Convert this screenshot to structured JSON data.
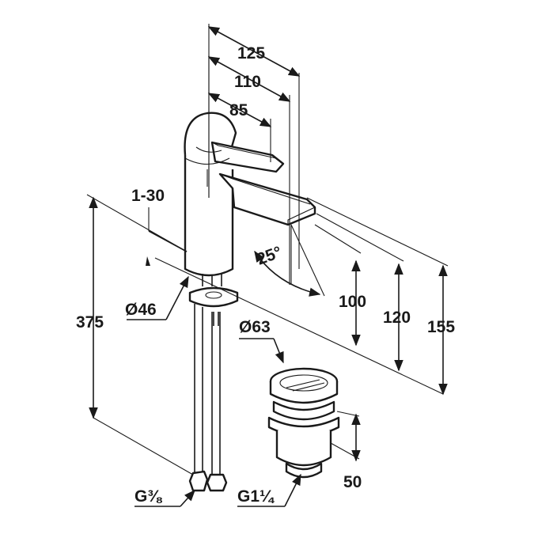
{
  "dimensions": {
    "width_125": "125",
    "width_110": "110",
    "width_85": "85",
    "pivot_range": "1-30",
    "diameter_46": "Ø46",
    "height_375": "375",
    "angle_25": "25°",
    "height_100": "100",
    "height_120": "120",
    "height_155": "155",
    "diameter_63": "Ø63",
    "waste_height_50": "50",
    "thread_g38": "G⅜",
    "thread_g114": "G1¼"
  },
  "colors": {
    "line": "#1a1a1a",
    "background": "#ffffff"
  }
}
